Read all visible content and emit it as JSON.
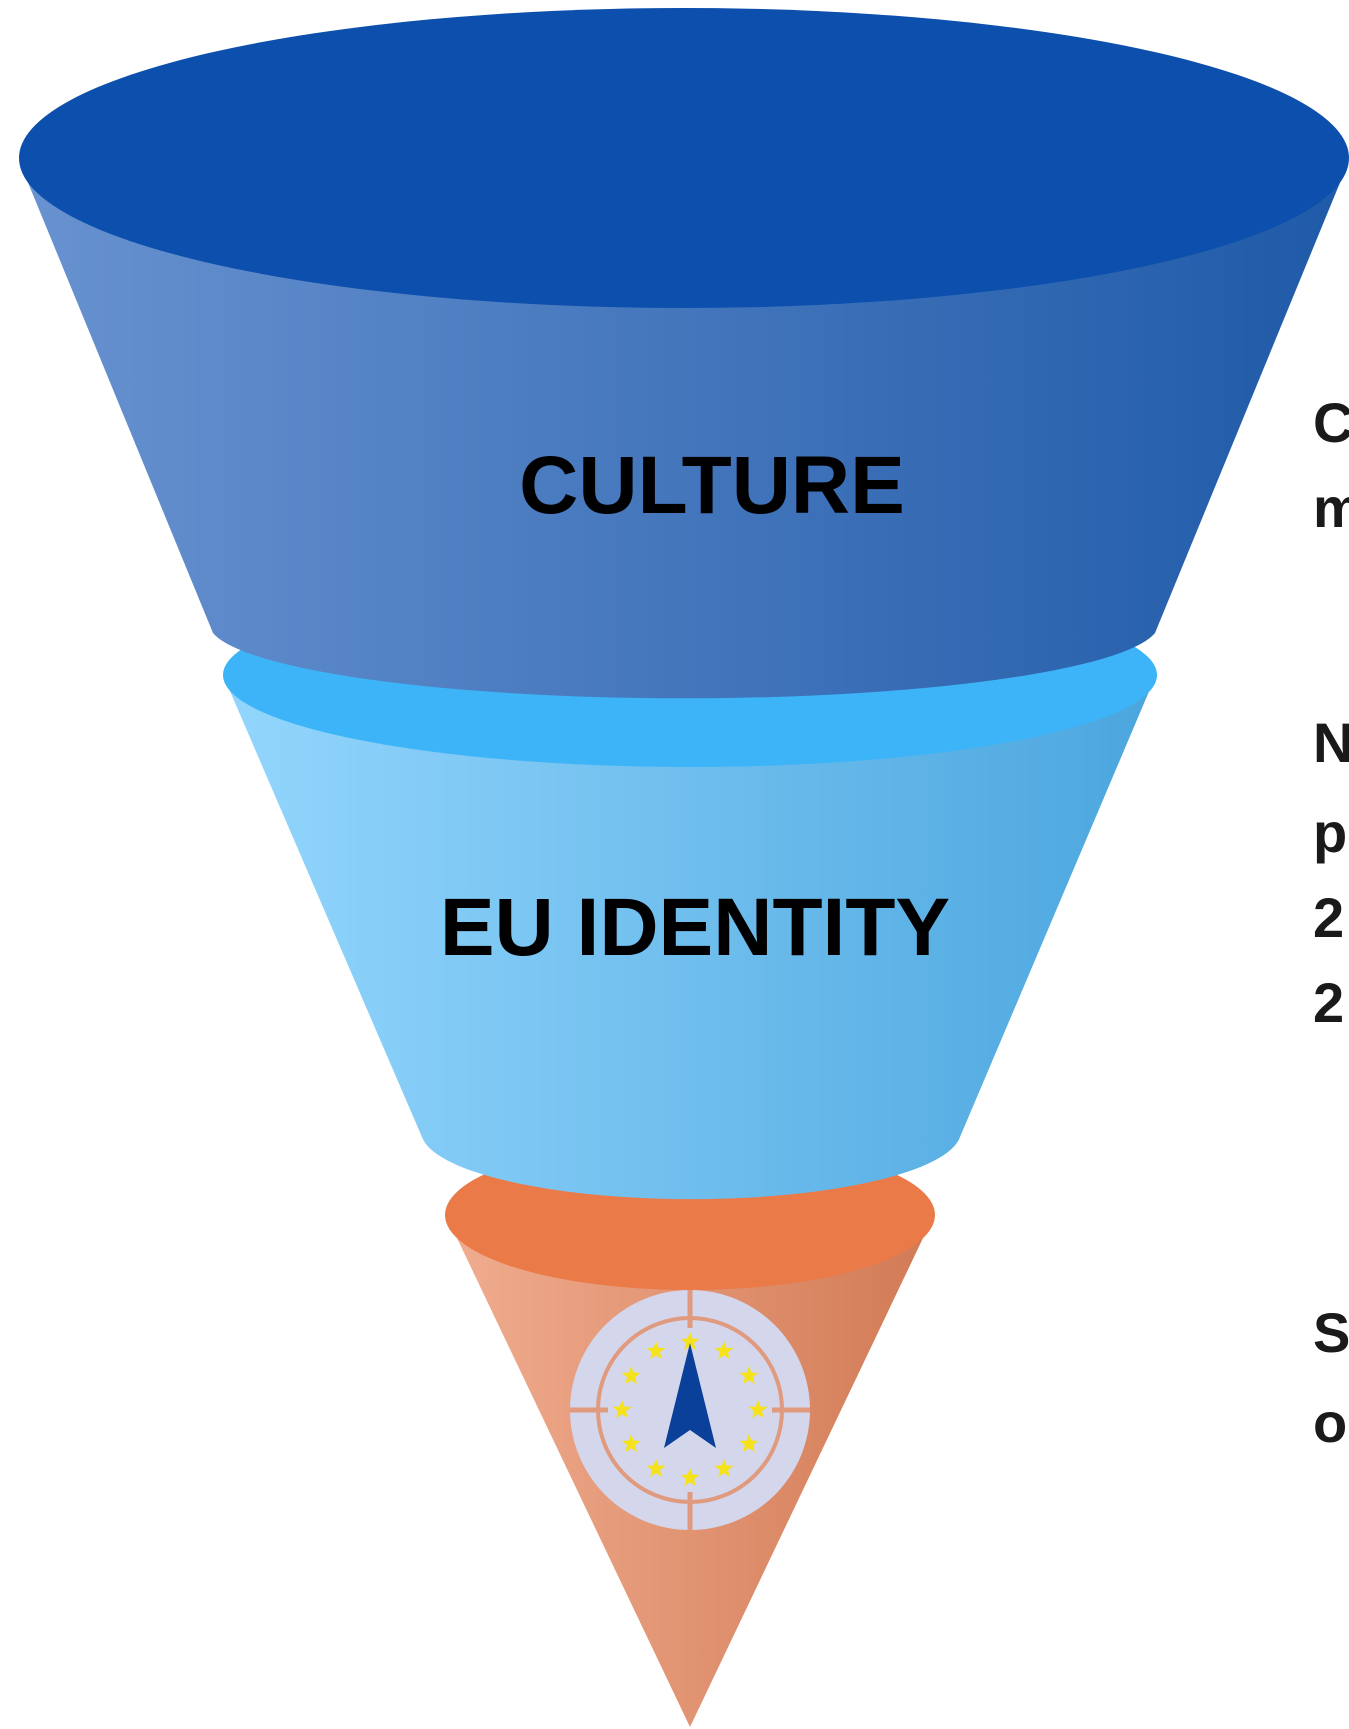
{
  "funnel": {
    "levels": [
      {
        "label": "CULTURE",
        "color": "#0c4fad"
      },
      {
        "label": "EU IDENTITY",
        "color": "#3db4f8"
      },
      {
        "label": "",
        "color": "#ea7a48",
        "emblem": "eu-compass-emblem"
      }
    ]
  },
  "side_text": [
    "C",
    "m",
    "N",
    "p",
    "2",
    "2",
    "S",
    "o"
  ]
}
